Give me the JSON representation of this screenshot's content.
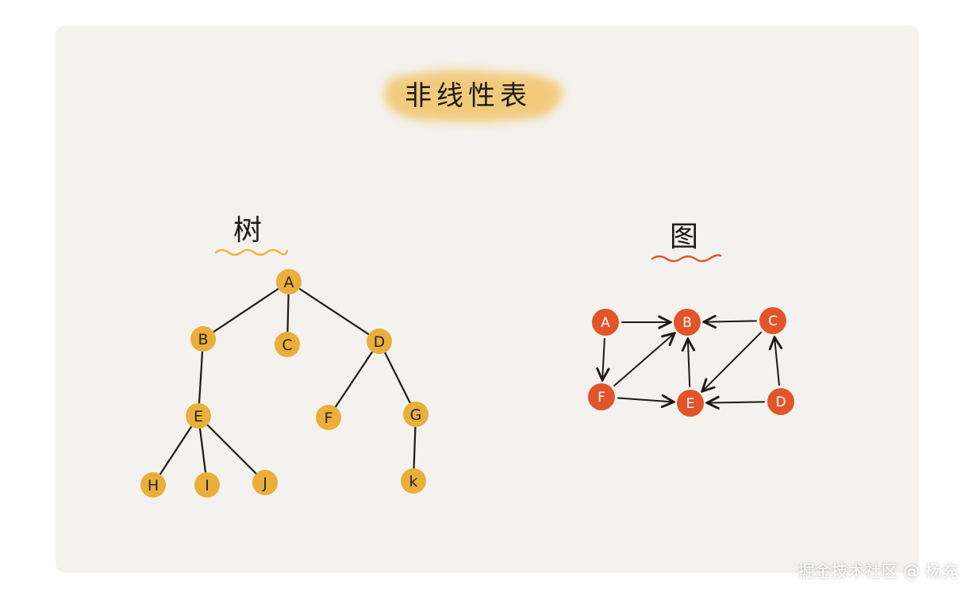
{
  "title": "非线性表",
  "watermark": "掘金技术社区 @ 杨充",
  "colors": {
    "tree_node": "#eaae3a",
    "graph_node": "#e2542a",
    "title_highlight": "#f2c15e",
    "tree_underline": "#eeb43e",
    "graph_underline": "#e2542a",
    "edge": "#1e1a16"
  },
  "tree": {
    "label": "树",
    "nodes": [
      "A",
      "B",
      "C",
      "D",
      "E",
      "F",
      "G",
      "H",
      "I",
      "J",
      "k"
    ],
    "edges": [
      [
        "A",
        "B"
      ],
      [
        "A",
        "C"
      ],
      [
        "A",
        "D"
      ],
      [
        "B",
        "E"
      ],
      [
        "D",
        "F"
      ],
      [
        "D",
        "G"
      ],
      [
        "E",
        "H"
      ],
      [
        "E",
        "I"
      ],
      [
        "E",
        "J"
      ],
      [
        "G",
        "k"
      ]
    ]
  },
  "graph": {
    "label": "图",
    "nodes": [
      "A",
      "B",
      "C",
      "F",
      "E",
      "D"
    ],
    "edges": [
      [
        "A",
        "B"
      ],
      [
        "C",
        "B"
      ],
      [
        "A",
        "F"
      ],
      [
        "F",
        "B"
      ],
      [
        "E",
        "B"
      ],
      [
        "C",
        "E"
      ],
      [
        "F",
        "E"
      ],
      [
        "D",
        "E"
      ],
      [
        "D",
        "C"
      ]
    ]
  }
}
